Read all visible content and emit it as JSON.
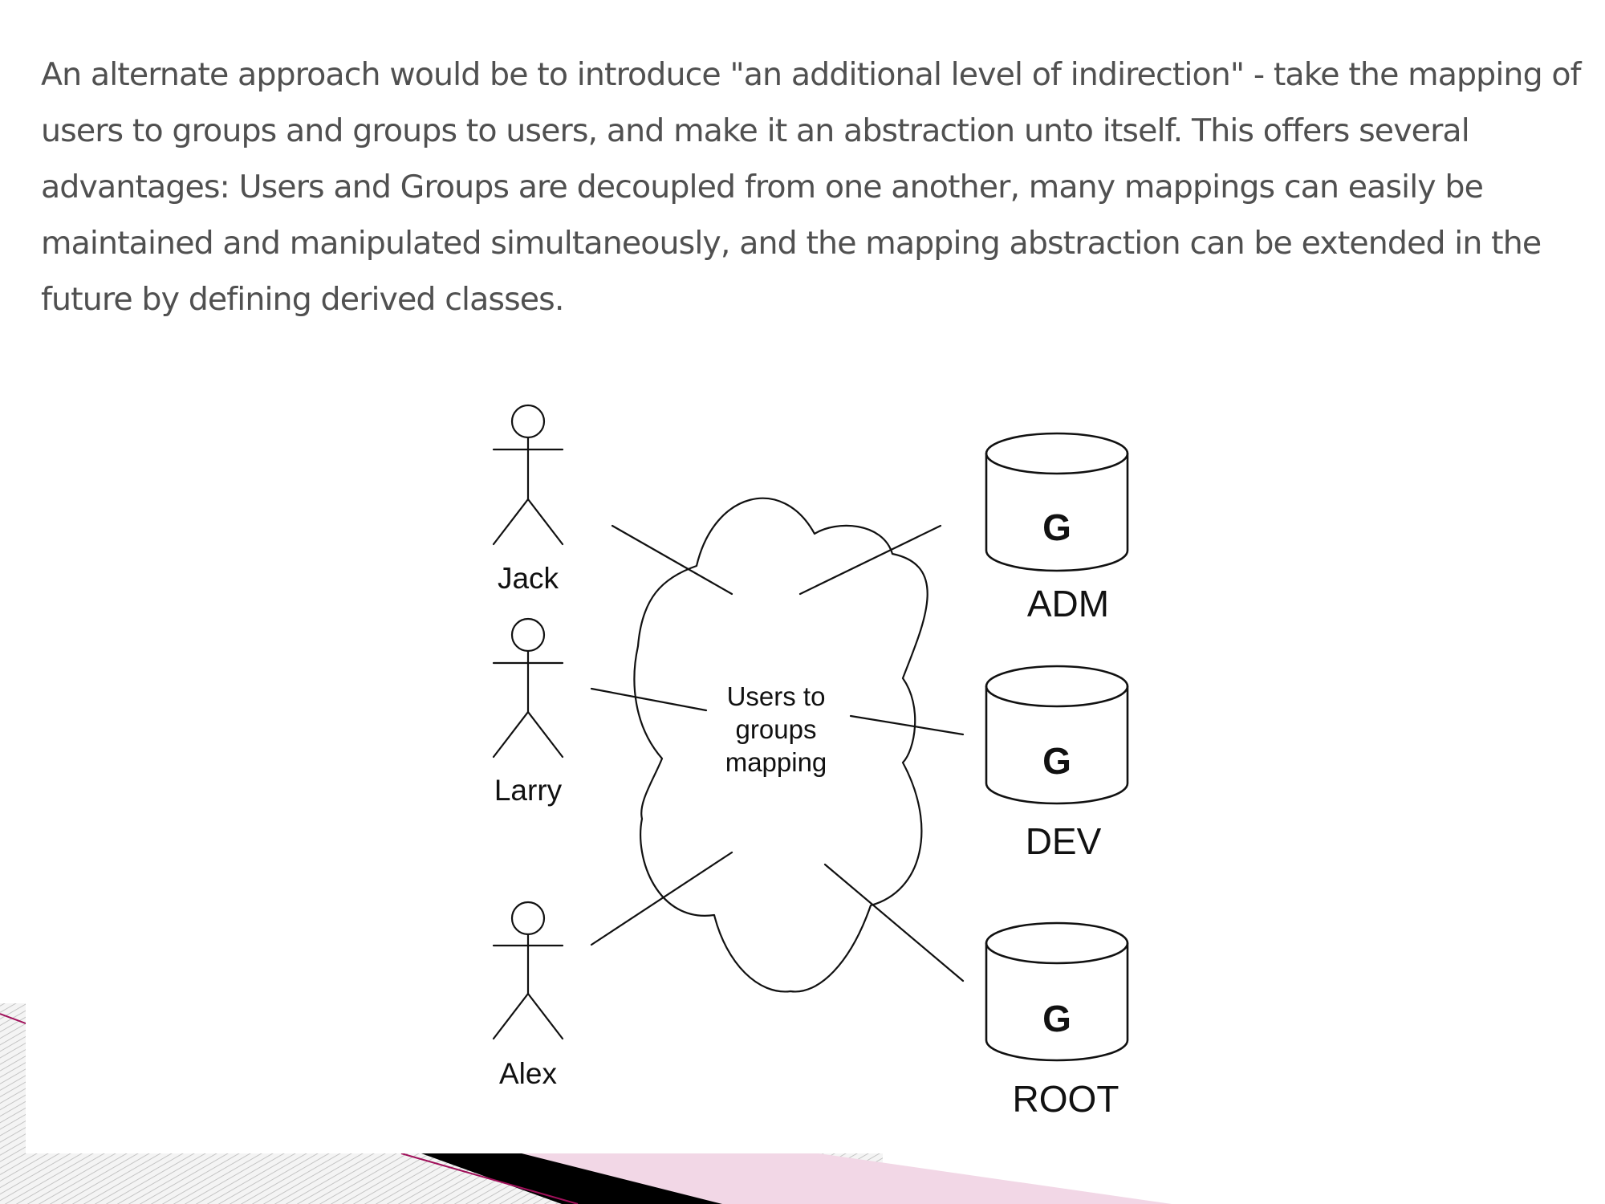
{
  "body_text": "An alternate approach would be to introduce \"an additional level of indirection\" - take the mapping of users to groups and groups to users, and make it an abstraction unto itself. This offers several advantages: Users and Groups are decoupled from one another, many mappings can easily be maintained and manipulated simultaneously, and the mapping abstraction can be extended in the future by defining derived classes.",
  "diagram": {
    "users": [
      {
        "name": "Jack"
      },
      {
        "name": "Larry"
      },
      {
        "name": "Alex"
      }
    ],
    "mapping_label": [
      "Users to",
      "groups",
      "mapping"
    ],
    "groups": [
      {
        "symbol": "G",
        "name": "ADM"
      },
      {
        "symbol": "G",
        "name": "DEV"
      },
      {
        "symbol": "G",
        "name": "ROOT"
      }
    ]
  },
  "colors": {
    "text": "#505050",
    "diagram_ink": "#111111",
    "accent_pink": "#f2d7e6",
    "accent_magenta": "#a0105a",
    "accent_black": "#000000"
  }
}
